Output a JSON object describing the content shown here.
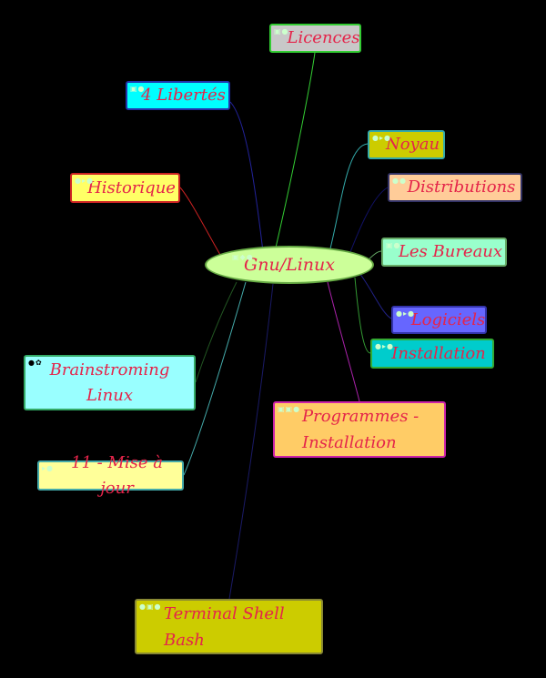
{
  "root": {
    "label": "Gnu/Linux",
    "color": "#ccff99"
  },
  "nodes": {
    "licences": {
      "label": "Licences",
      "color": "#c8c8c8"
    },
    "libertes": {
      "label": "4 Libertés",
      "color": "#00ffff"
    },
    "noyau": {
      "label": "Noyau",
      "color": "#cccc00"
    },
    "distributions": {
      "label": "Distributions",
      "color": "#ffcc99"
    },
    "historique": {
      "label": "Historique",
      "color": "#ffff66"
    },
    "bureaux": {
      "label": "Les Bureaux",
      "color": "#99ffcc"
    },
    "installation": {
      "label": "Installation",
      "color": "#00cccc"
    },
    "logiciels": {
      "label": "Logiciels",
      "color": "#6666ff"
    },
    "brainstorming": {
      "line1": "Brainstroming",
      "line2": "Linux",
      "color": "#99ffff"
    },
    "programmes": {
      "line1": "Programmes -",
      "line2": "Installation",
      "color": "#ffcc66"
    },
    "miseajour": {
      "label": "11 - Mise à jour",
      "color": "#ffff99"
    },
    "terminal": {
      "line1": "Terminal Shell",
      "line2": "Bash",
      "color": "#cccc00"
    }
  }
}
